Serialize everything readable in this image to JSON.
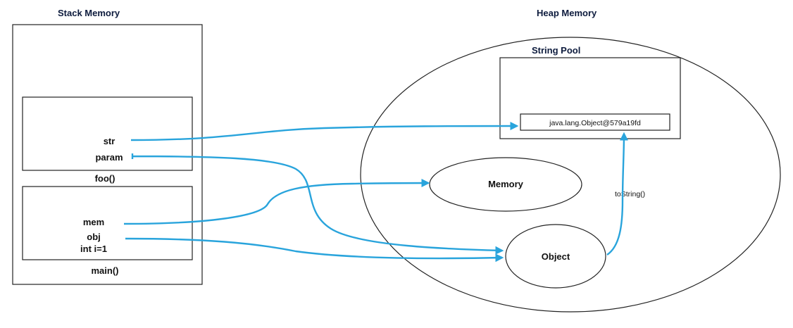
{
  "stack": {
    "title": "Stack Memory",
    "frames": [
      {
        "name": "foo()",
        "vars": [
          "str",
          "param"
        ]
      },
      {
        "name": "main()",
        "vars": [
          "mem",
          "obj",
          "int i=1"
        ]
      }
    ]
  },
  "heap": {
    "title": "Heap Memory",
    "string_pool": {
      "title": "String Pool",
      "entry": "java.lang.Object@579a19fd"
    },
    "objects": [
      "Memory",
      "Object"
    ],
    "method_label": "toString()"
  },
  "colors": {
    "arrow": "#29a4dc",
    "outline": "#222222",
    "title_text": "#0d1b3d"
  }
}
